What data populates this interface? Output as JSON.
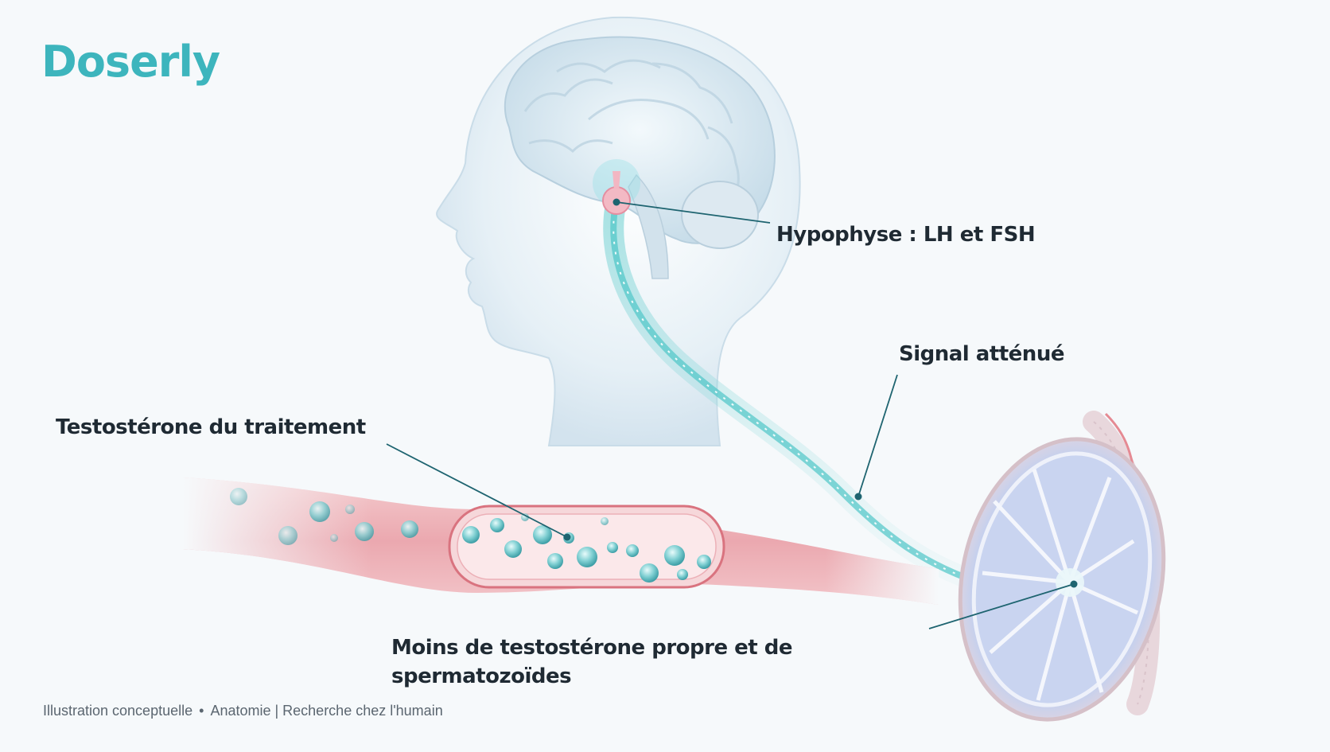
{
  "brand": {
    "name": "Doserly",
    "color": "#3db5bd"
  },
  "labels": {
    "hypophyse": "Hypophyse : LH et FSH",
    "signal": "Signal atténué",
    "testosterone": "Testostérone du traitement",
    "moins_line1": "Moins de testostérone propre et de",
    "moins_line2": "spermatozoïdes"
  },
  "footer": {
    "left": "Illustration conceptuelle",
    "separator": "•",
    "right": "Anatomie | Recherche chez l'humain"
  },
  "colors": {
    "leader": "#1e6470",
    "signal": "#4fc6c7",
    "vessel": "#e58a93",
    "testis_inner": "#b9c8ea",
    "head": "#dbe9f1"
  }
}
